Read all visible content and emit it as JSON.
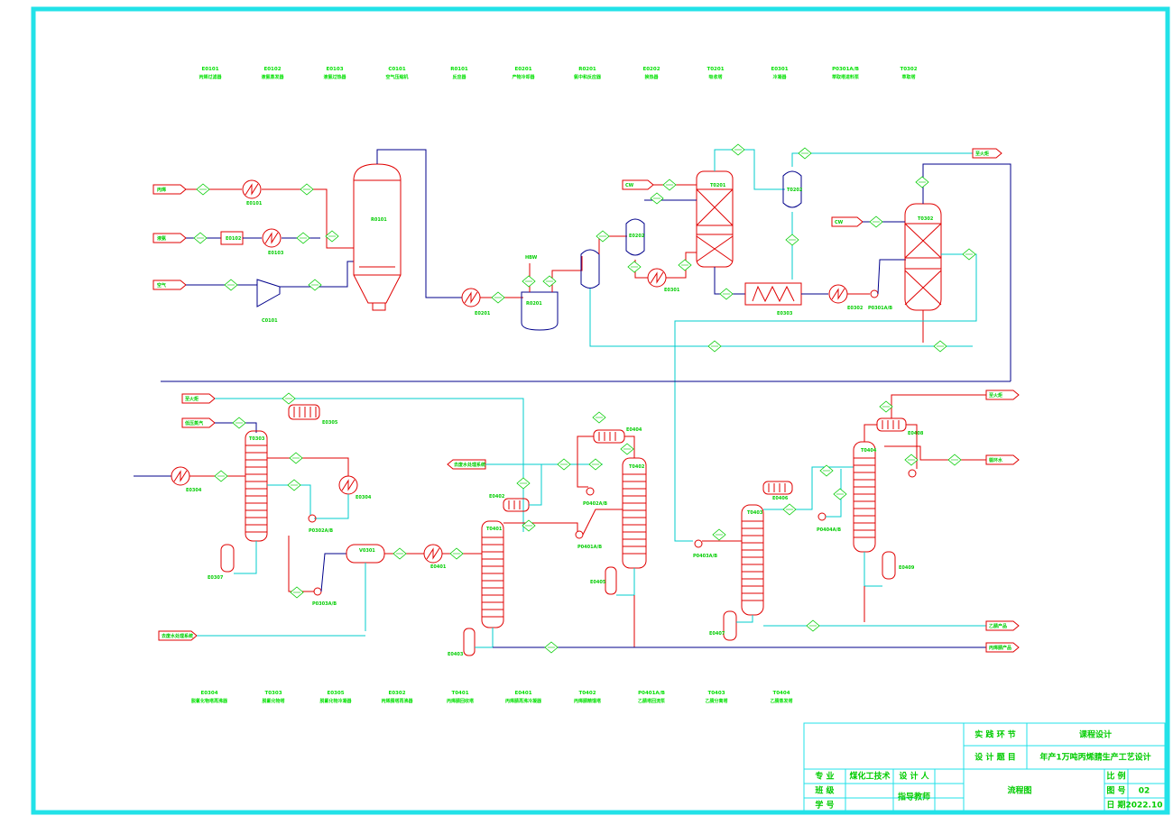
{
  "colors": {
    "border": "#22e2e8",
    "process": "#e00000",
    "utility": "#00008b",
    "water": "#00cccc",
    "text": "#00dd00"
  },
  "top_equipment": [
    {
      "code": "E0101",
      "name": "丙烯过滤器"
    },
    {
      "code": "E0102",
      "name": "液氨蒸发器"
    },
    {
      "code": "E0103",
      "name": "液氨过热器"
    },
    {
      "code": "C0101",
      "name": "空气压缩机"
    },
    {
      "code": "R0101",
      "name": "反应器"
    },
    {
      "code": "E0201",
      "name": "产物冷却器"
    },
    {
      "code": "R0201",
      "name": "氨中和反应器"
    },
    {
      "code": "E0202",
      "name": "换热器"
    },
    {
      "code": "T0201",
      "name": "吸收塔"
    },
    {
      "code": "E0301",
      "name": "冷凝器"
    },
    {
      "code": "P0301A/B",
      "name": "萃取塔进料泵"
    },
    {
      "code": "T0302",
      "name": "萃取塔"
    }
  ],
  "bottom_equipment": [
    {
      "code": "E0304",
      "name": "脱氰化物塔再沸器"
    },
    {
      "code": "T0303",
      "name": "脱氰化物塔"
    },
    {
      "code": "E0305",
      "name": "脱氰化物冷凝器"
    },
    {
      "code": "E0302",
      "name": "丙烯腈塔再沸器"
    },
    {
      "code": "T0401",
      "name": "丙烯腈回收塔"
    },
    {
      "code": "E0401",
      "name": "丙烯腈再沸冷凝器"
    },
    {
      "code": "T0402",
      "name": "丙烯腈精馏塔"
    },
    {
      "code": "P0401A/B",
      "name": "乙腈塔回流泵"
    },
    {
      "code": "T0403",
      "name": "乙腈分离塔"
    },
    {
      "code": "T0404",
      "name": "乙腈蒸发塔"
    }
  ],
  "unit_labels": {
    "r0101": "R0101",
    "e0101": "E0101",
    "e0102": "E0102",
    "e0103": "E0103",
    "c0101": "C0101",
    "e0201": "E0201",
    "r0201": "R0201",
    "e0202": "E0202",
    "t0201": "T0201",
    "t0202": "T0202",
    "e0301": "E0301",
    "e0302": "E0302",
    "e0303": "E0303",
    "p0301": "P0301A/B",
    "t0302": "T0302",
    "t0303": "T0303",
    "e0304": "E0304",
    "e0305": "E0305",
    "p0302": "P0302A/B",
    "e0307": "E0307",
    "p0303": "P0303A/B",
    "v0301": "V0301",
    "e0401": "E0401",
    "t0401": "T0401",
    "e0402": "E0402",
    "p0401": "P0401A/B",
    "e0403": "E0403",
    "t0402": "T0402",
    "e0404": "E0404",
    "p0402": "P0402A/B",
    "t0403": "T0403",
    "e0405": "E0405",
    "e0406": "E0406",
    "p0403": "P0403A/B",
    "t0404": "T0404",
    "e0407": "E0407",
    "e0408": "E0408",
    "e0409": "E0409",
    "p0404": "P0404A/B",
    "hbw": "HBW"
  },
  "streams": {
    "propylene": "丙烯",
    "ammonia": "液氨",
    "air": "空气",
    "water1": "CW",
    "water2": "CW",
    "to_torch1": "至火炬",
    "to_torch2": "至火炬",
    "to_torch3": "至火炬",
    "low_pressure": "低压蒸汽",
    "waste_water1": "去废水处理系统",
    "waste_water2": "去废水处理系统",
    "acetonitrile_product": "乙腈产品",
    "acrylonitrile_product": "丙烯腈产品",
    "circulating_water": "循环水"
  },
  "title_block": {
    "phase_label": "实 践 环 节",
    "phase_value": "课程设计",
    "topic_label": "设 计 题 目",
    "topic_value": "年产1万吨丙烯腈生产工艺设计",
    "major_label": "专    业",
    "major_value": "煤化工技术",
    "class_label": "班    级",
    "id_label": "学    号",
    "designer_label": "设 计 人",
    "supervisor_label": "指导教师",
    "drawing_name": "流程图",
    "scale_label": "比 例",
    "drawing_no_label": "图 号",
    "drawing_no": "02",
    "date_label": "日 期",
    "date": "2022.10"
  }
}
